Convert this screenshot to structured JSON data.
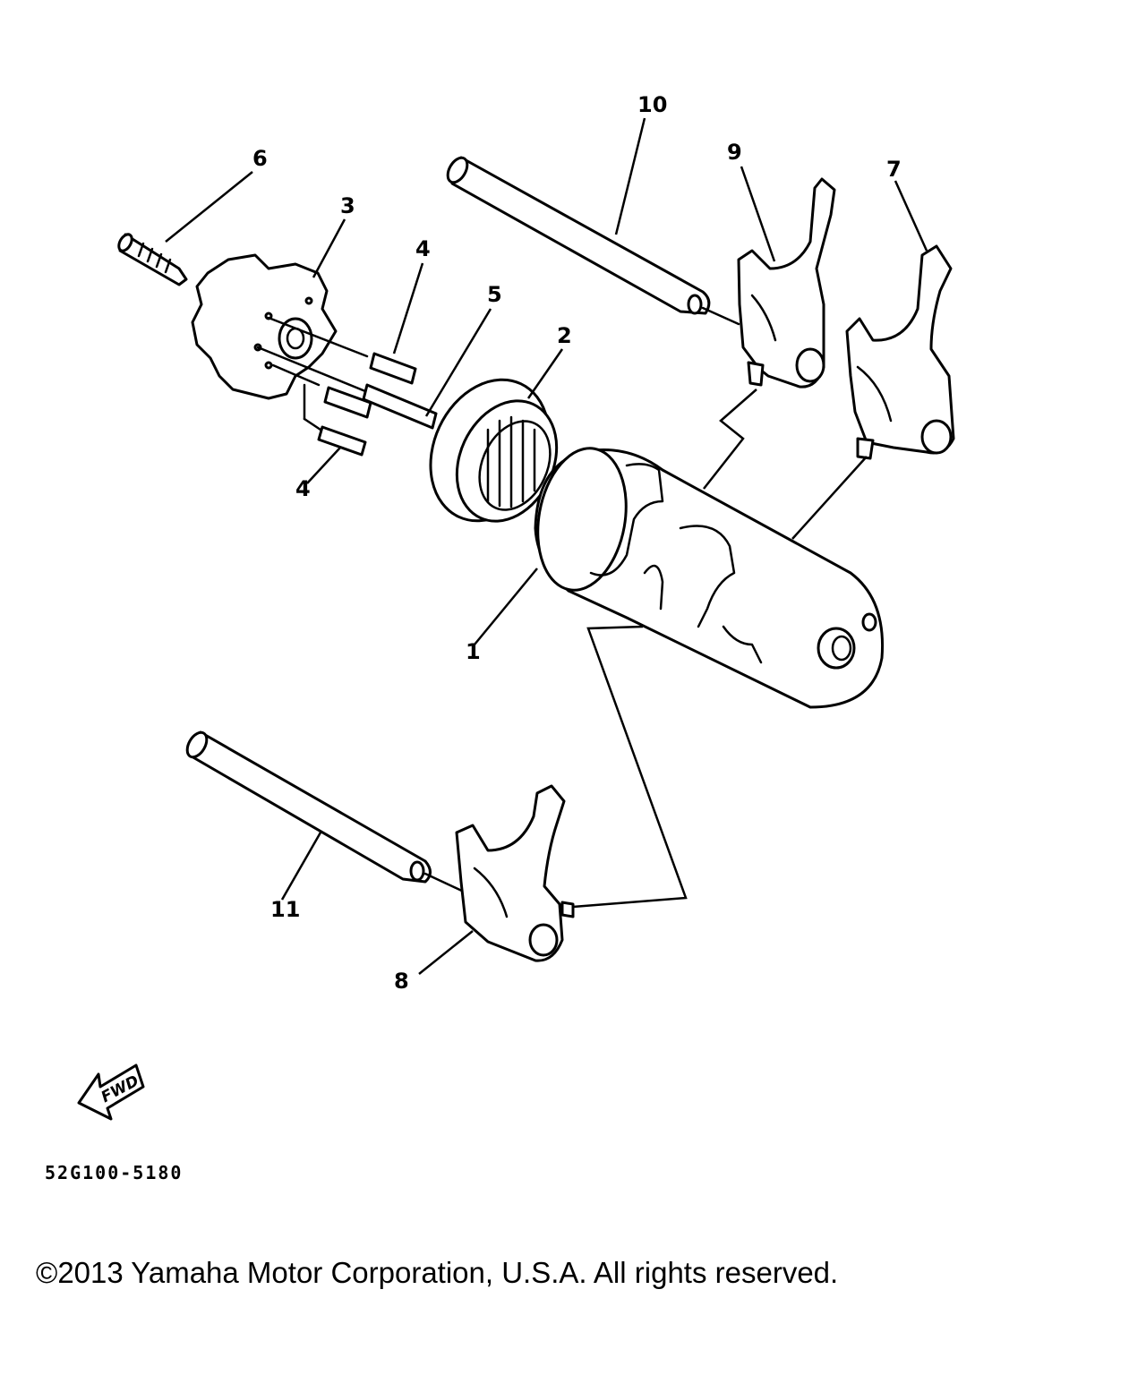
{
  "callouts": {
    "c1": "1",
    "c2": "2",
    "c3": "3",
    "c4a": "4",
    "c4b": "4",
    "c5": "5",
    "c6": "6",
    "c7": "7",
    "c8": "8",
    "c9": "9",
    "c10": "10",
    "c11": "11"
  },
  "fwd_label": "FWD",
  "drawing_code": "52G100-5180",
  "copyright": "©2013 Yamaha Motor Corporation, U.S.A. All rights reserved."
}
